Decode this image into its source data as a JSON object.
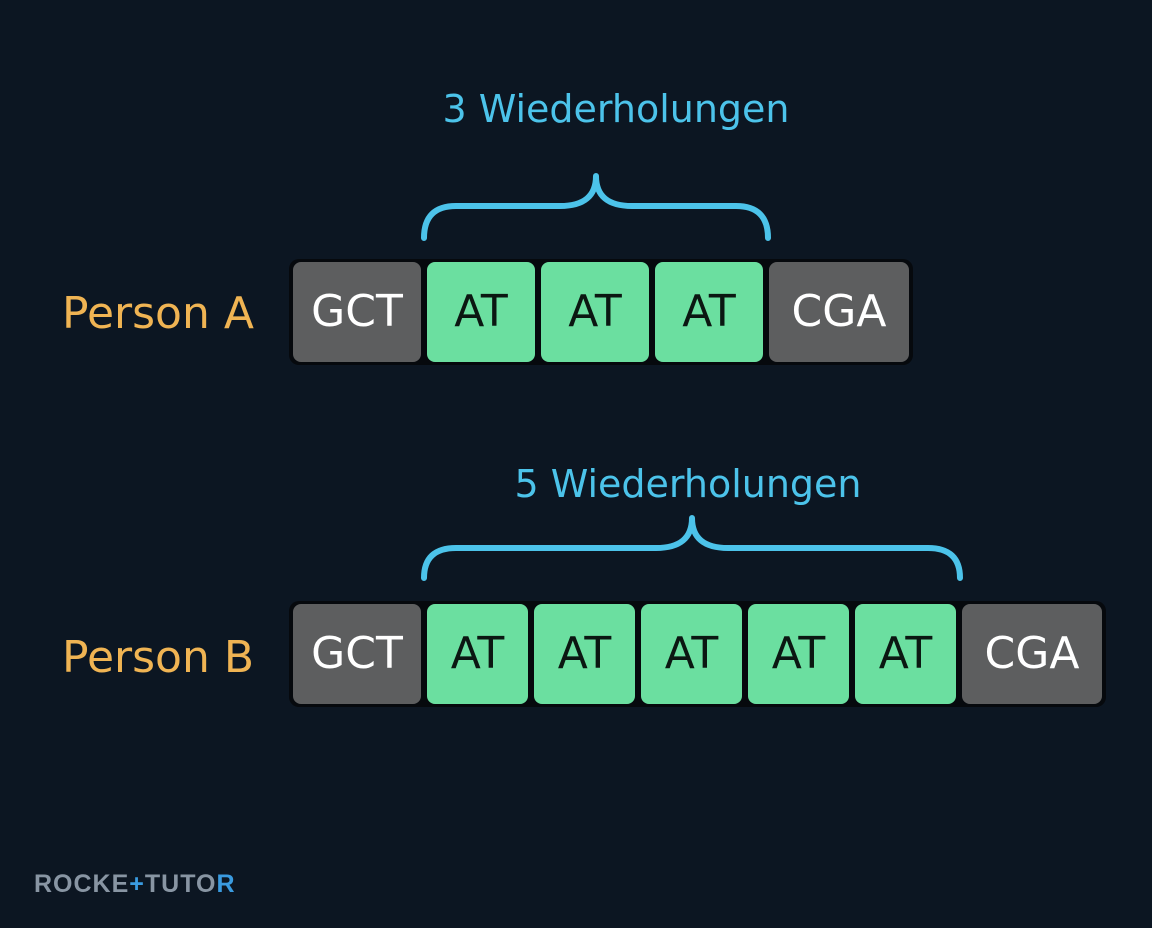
{
  "colors": {
    "background": "#0c1622",
    "person_label": "#f0b453",
    "repeat_label": "#4cc3ea",
    "brace": "#4cc3ea",
    "flank_block": "#5d5e5f",
    "repeat_block": "#6bdfa0"
  },
  "person_a": {
    "label": "Person A",
    "repeat_label": "3 Wiederholungen",
    "blocks": [
      "GCT",
      "AT",
      "AT",
      "AT",
      "CGA"
    ]
  },
  "person_b": {
    "label": "Person B",
    "repeat_label": "5 Wiederholungen",
    "blocks": [
      "GCT",
      "AT",
      "AT",
      "AT",
      "AT",
      "AT",
      "CGA"
    ]
  },
  "logo": {
    "text": "ROCKET TUTOR"
  }
}
